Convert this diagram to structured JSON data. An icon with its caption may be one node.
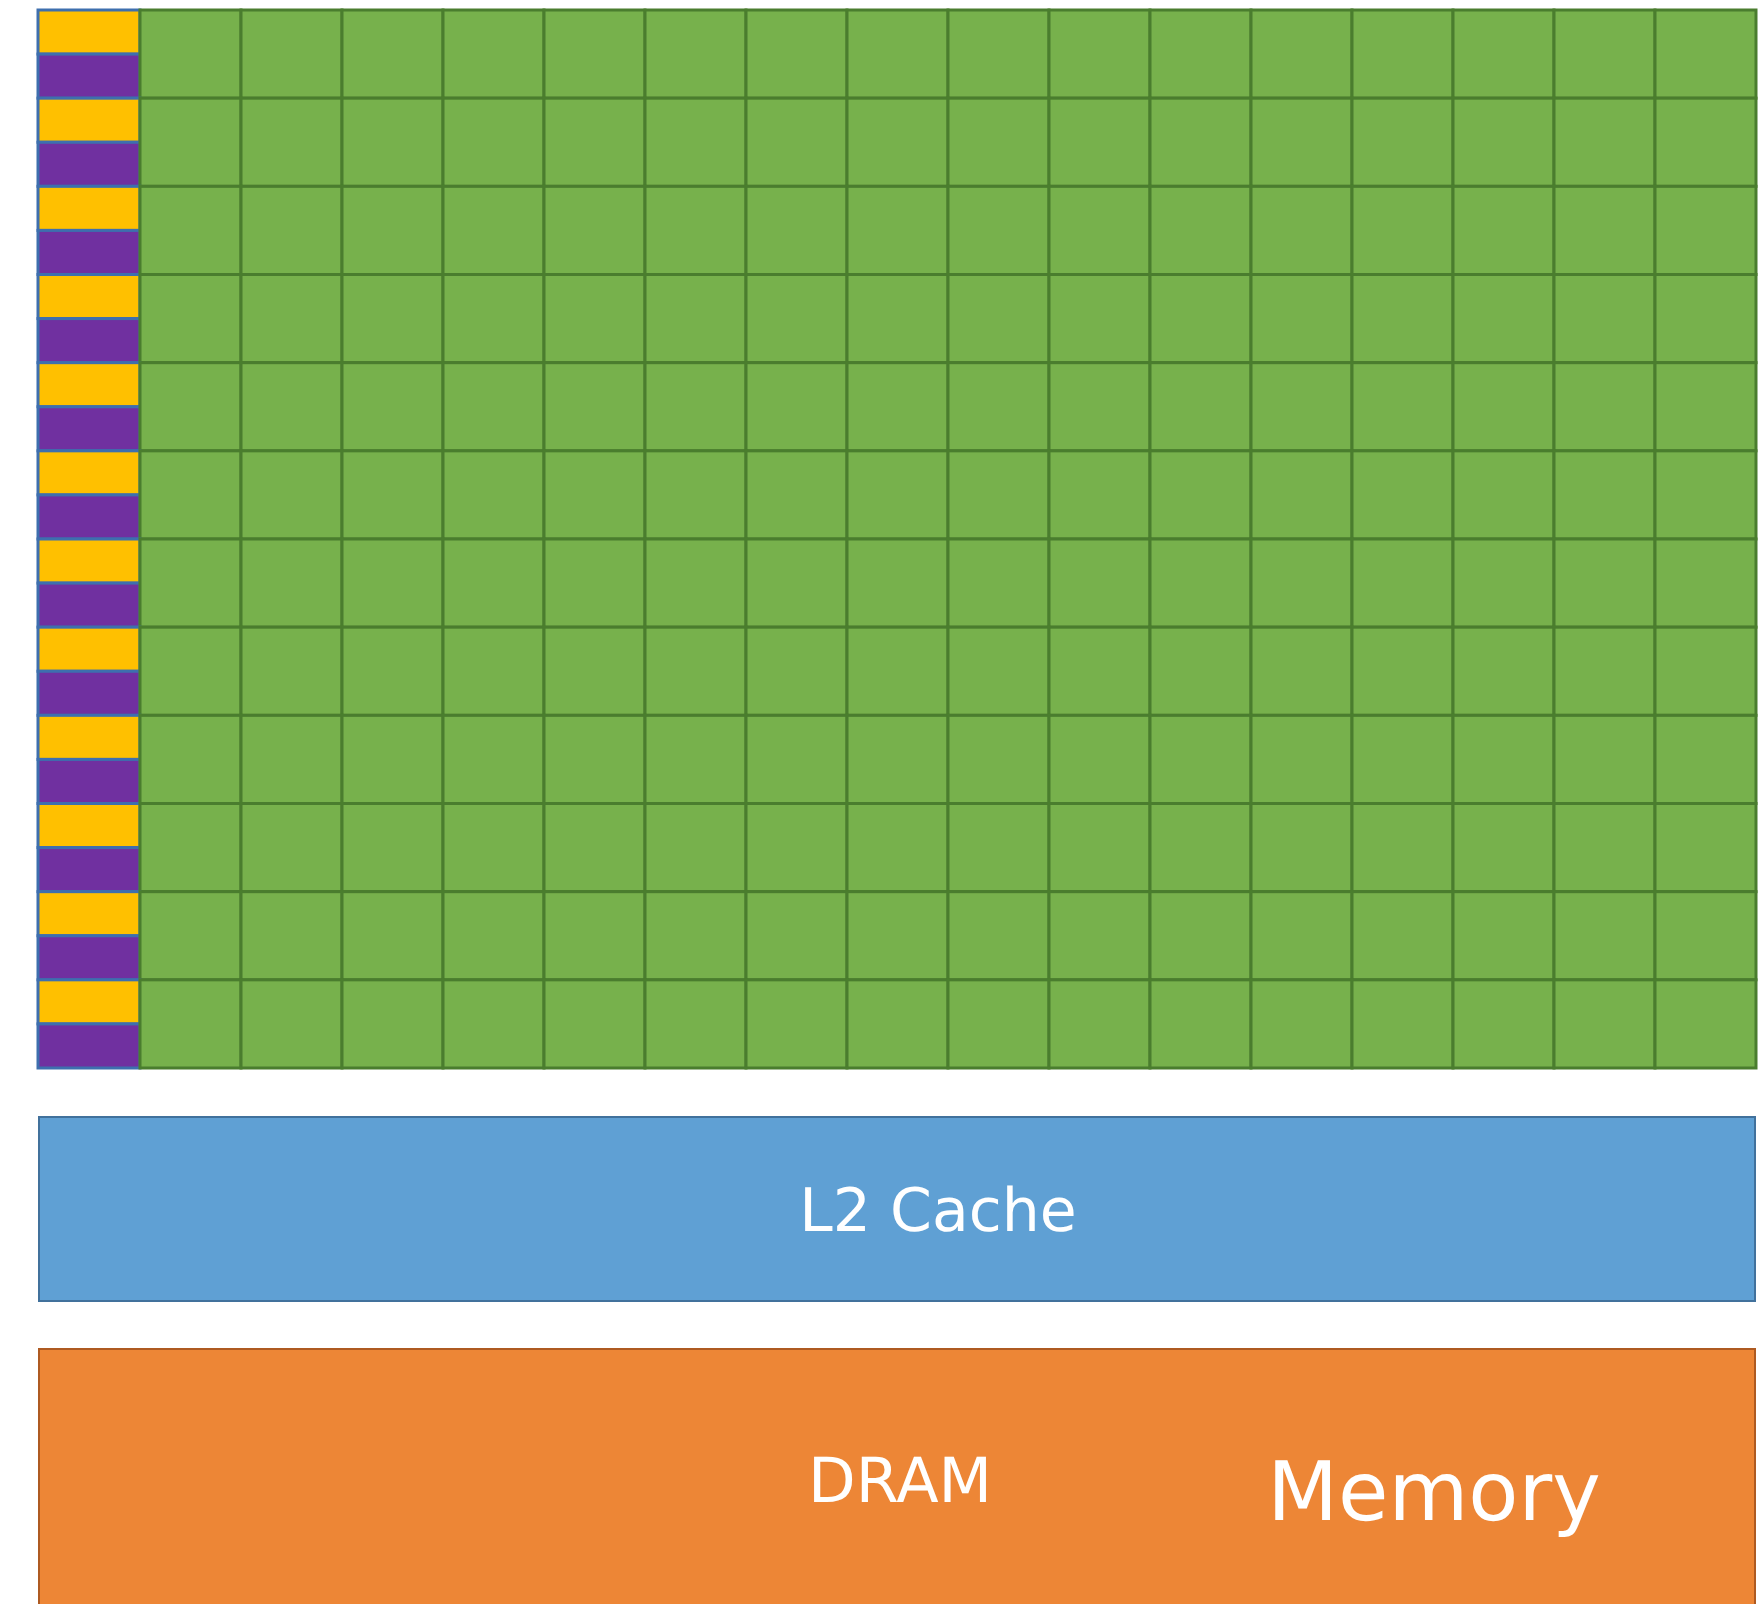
{
  "diagram": {
    "nodes": [
      {
        "text": [
          "L2 Cache"
        ]
      },
      {
        "text": [
          "DRAM",
          "Memory"
        ]
      }
    ]
  }
}
